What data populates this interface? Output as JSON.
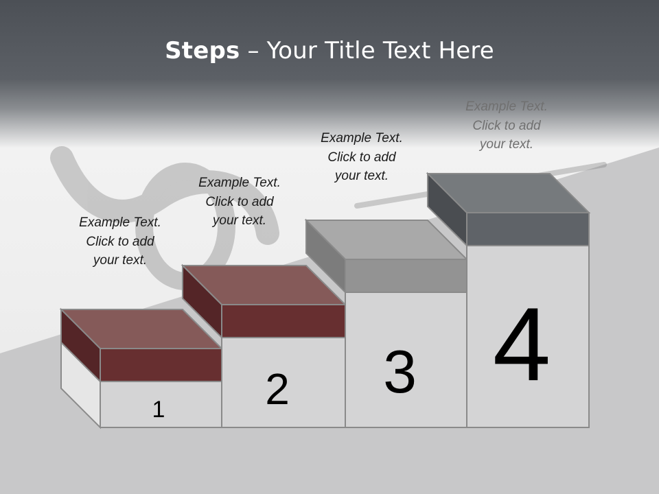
{
  "title": {
    "bold": "Steps",
    "rest": " – Your Title Text Here"
  },
  "colors": {
    "title_bar": "#55595f",
    "step_red_front": "#672f30",
    "step_red_top": "#855a59",
    "step_gray_front": "#939393",
    "step_gray_top": "#a9a9a9",
    "step_dark_front": "#5f6368",
    "step_dark_top": "#767a7d"
  },
  "steps": [
    {
      "number": "1",
      "caption": [
        "Example Text.",
        "Click  to add",
        "your text."
      ]
    },
    {
      "number": "2",
      "caption": [
        "Example Text.",
        "Click  to add",
        "your text."
      ]
    },
    {
      "number": "3",
      "caption": [
        "Example Text.",
        "Click  to add",
        "your text."
      ]
    },
    {
      "number": "4",
      "caption": [
        "Example Text.",
        "Click  to add",
        "your text."
      ]
    }
  ]
}
